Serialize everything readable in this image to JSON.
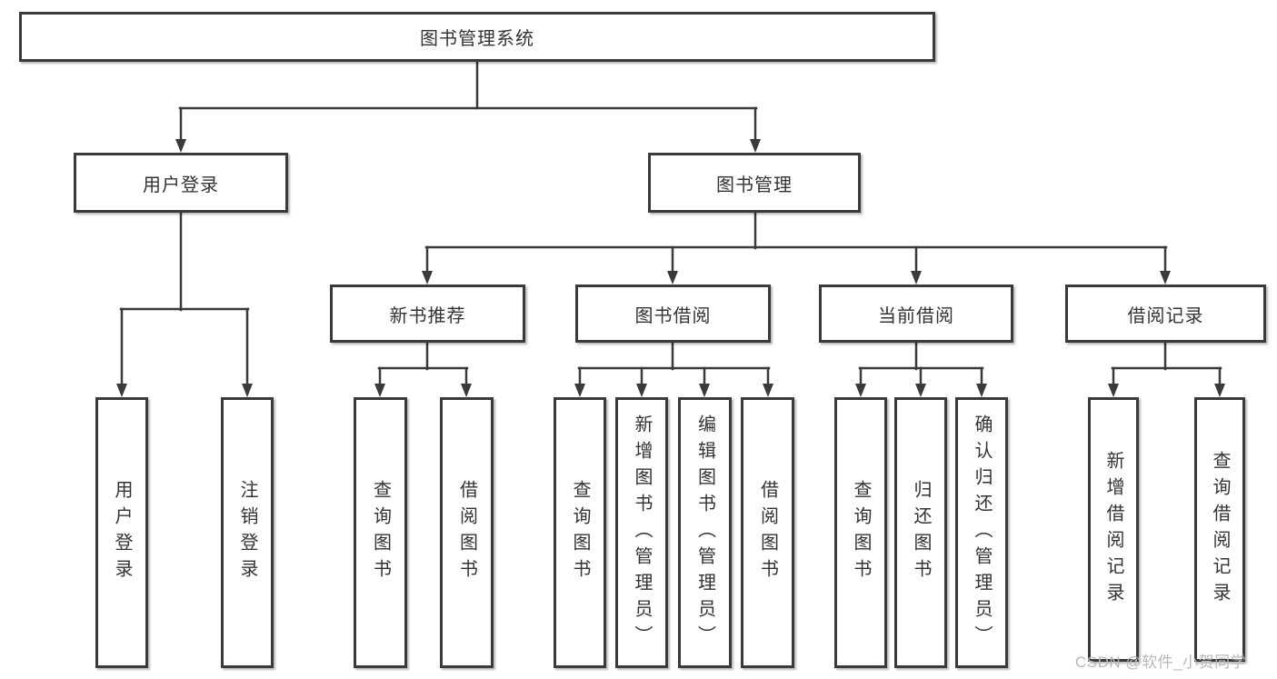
{
  "diagram_title": "图书管理系统",
  "tree": {
    "label": "图书管理系统",
    "children": [
      {
        "label": "用户登录",
        "children": [
          {
            "label": "用户登录"
          },
          {
            "label": "注销登录"
          }
        ]
      },
      {
        "label": "图书管理",
        "children": [
          {
            "label": "新书推荐",
            "children": [
              {
                "label": "查询图书"
              },
              {
                "label": "借阅图书"
              }
            ]
          },
          {
            "label": "图书借阅",
            "children": [
              {
                "label": "查询图书"
              },
              {
                "label": "新增图书（管理员）"
              },
              {
                "label": "编辑图书（管理员）"
              },
              {
                "label": "借阅图书"
              }
            ]
          },
          {
            "label": "当前借阅",
            "children": [
              {
                "label": "查询图书"
              },
              {
                "label": "归还图书"
              },
              {
                "label": "确认归还（管理员）"
              }
            ]
          },
          {
            "label": "借阅记录",
            "children": [
              {
                "label": "新增借阅记录"
              },
              {
                "label": "查询借阅记录"
              }
            ]
          }
        ]
      }
    ]
  },
  "watermark": "CSDN @软件_小贺同学",
  "colors": {
    "line": "#3a3a3a",
    "box_border": "#3a3a3a",
    "text": "#333333",
    "watermark": "#b8b8b8",
    "background": "#ffffff"
  }
}
